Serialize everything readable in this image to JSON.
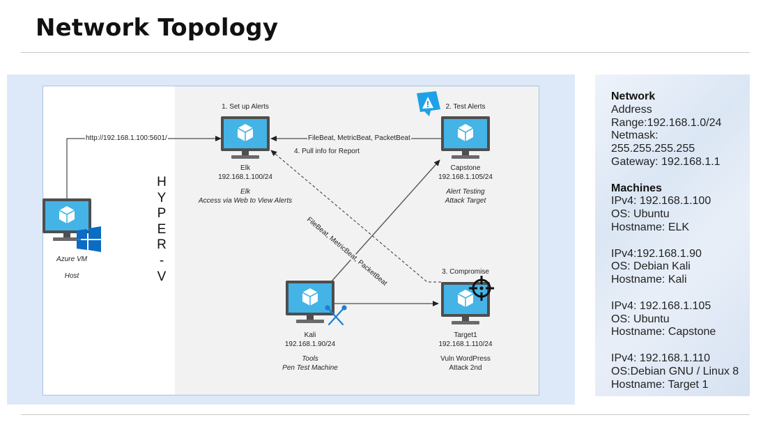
{
  "page": {
    "title": "Network Topology"
  },
  "diagram": {
    "hyperv_letters": [
      "H",
      "Y",
      "P",
      "E",
      "R",
      "-",
      "V"
    ],
    "host": {
      "line1": "Azure VM",
      "line2": "Host"
    },
    "elk": {
      "step": "1. Set up Alerts",
      "name": "Elk",
      "ip": "192.168.1.100/24",
      "role": "Elk",
      "note": "Access via Web to View Alerts"
    },
    "capstone": {
      "step": "2. Test Alerts",
      "name": "Capstone",
      "ip": "192.168.1.105/24",
      "role": "Alert Testing",
      "note": "Attack Target"
    },
    "kali": {
      "name": "Kali",
      "ip": "192.168.1.90/24",
      "role": "Tools",
      "note": "Pen Test Machine"
    },
    "target1": {
      "step": "3. Compromise",
      "name": "Target1",
      "ip": "192.168.1.110/24",
      "role": "Vuln WordPress",
      "note": "Attack 2nd"
    },
    "edges": {
      "web": "http://192.168.1.100:5601/",
      "beats": "FileBeat, MetricBeat, PacketBeat",
      "report": "4. Pull info for Report",
      "diag_beats": "FileBeat, MetricBeat, PacketBeat"
    },
    "colors": {
      "monitor_screen": "#44b3e6",
      "monitor_frame": "#4e4e4e",
      "windows_logo": "#0a6cc4",
      "alert_icon": "#1ea1e6"
    }
  },
  "info": {
    "network_heading": "Network",
    "network_lines": [
      "Address",
      "Range:192.168.1.0/24",
      "Netmask:",
      "255.255.255.255",
      "Gateway: 192.168.1.1"
    ],
    "machines_heading": "Machines",
    "machines": [
      [
        "IPv4: 192.168.1.100",
        "OS: Ubuntu",
        "Hostname: ELK"
      ],
      [
        "IPv4:192.168.1.90",
        "OS: Debian Kali",
        "Hostname: Kali"
      ],
      [
        "IPv4: 192.168.1.105",
        "OS: Ubuntu",
        "Hostname: Capstone"
      ],
      [
        "IPv4: 192.168.1.110",
        "OS:Debian GNU / Linux 8",
        "Hostname: Target 1"
      ]
    ]
  }
}
